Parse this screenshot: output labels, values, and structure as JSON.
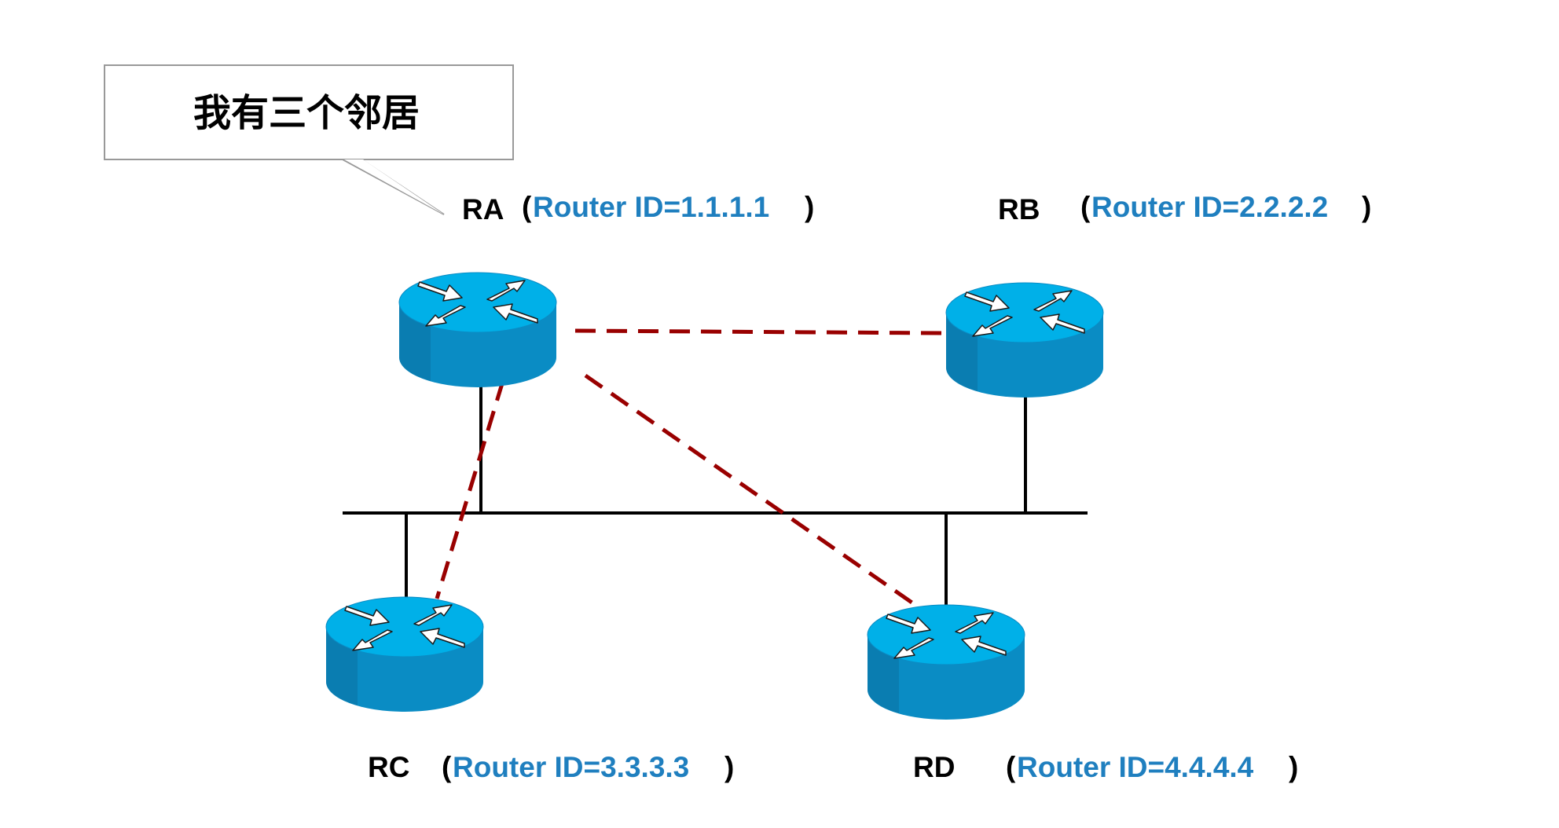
{
  "callout": {
    "text": "我有三个邻居"
  },
  "routers": [
    {
      "id": "ra",
      "name": "RA",
      "open": "(",
      "rid": "Router ID=1.1.1.1",
      "close": ")"
    },
    {
      "id": "rb",
      "name": "RB",
      "open": "(",
      "rid": "Router ID=2.2.2.2",
      "close": ")"
    },
    {
      "id": "rc",
      "name": "RC",
      "open": "(",
      "rid": "Router ID=3.3.3.3",
      "close": ")"
    },
    {
      "id": "rd",
      "name": "RD",
      "open": "(",
      "rid": "Router ID=4.4.4.4",
      "close": ")"
    }
  ],
  "adjacencies": [
    {
      "from": "RA",
      "to": "RB"
    },
    {
      "from": "RA",
      "to": "RC"
    },
    {
      "from": "RA",
      "to": "RD"
    }
  ],
  "colors": {
    "router_top": "#00B0E8",
    "router_body": "#0A8CC4",
    "router_body_dark": "#0A6E9E",
    "adjacency_line": "#990000",
    "link_line": "#000000",
    "router_id_text": "#1F7FBF",
    "label_text": "#000000",
    "callout_border": "#999999"
  }
}
